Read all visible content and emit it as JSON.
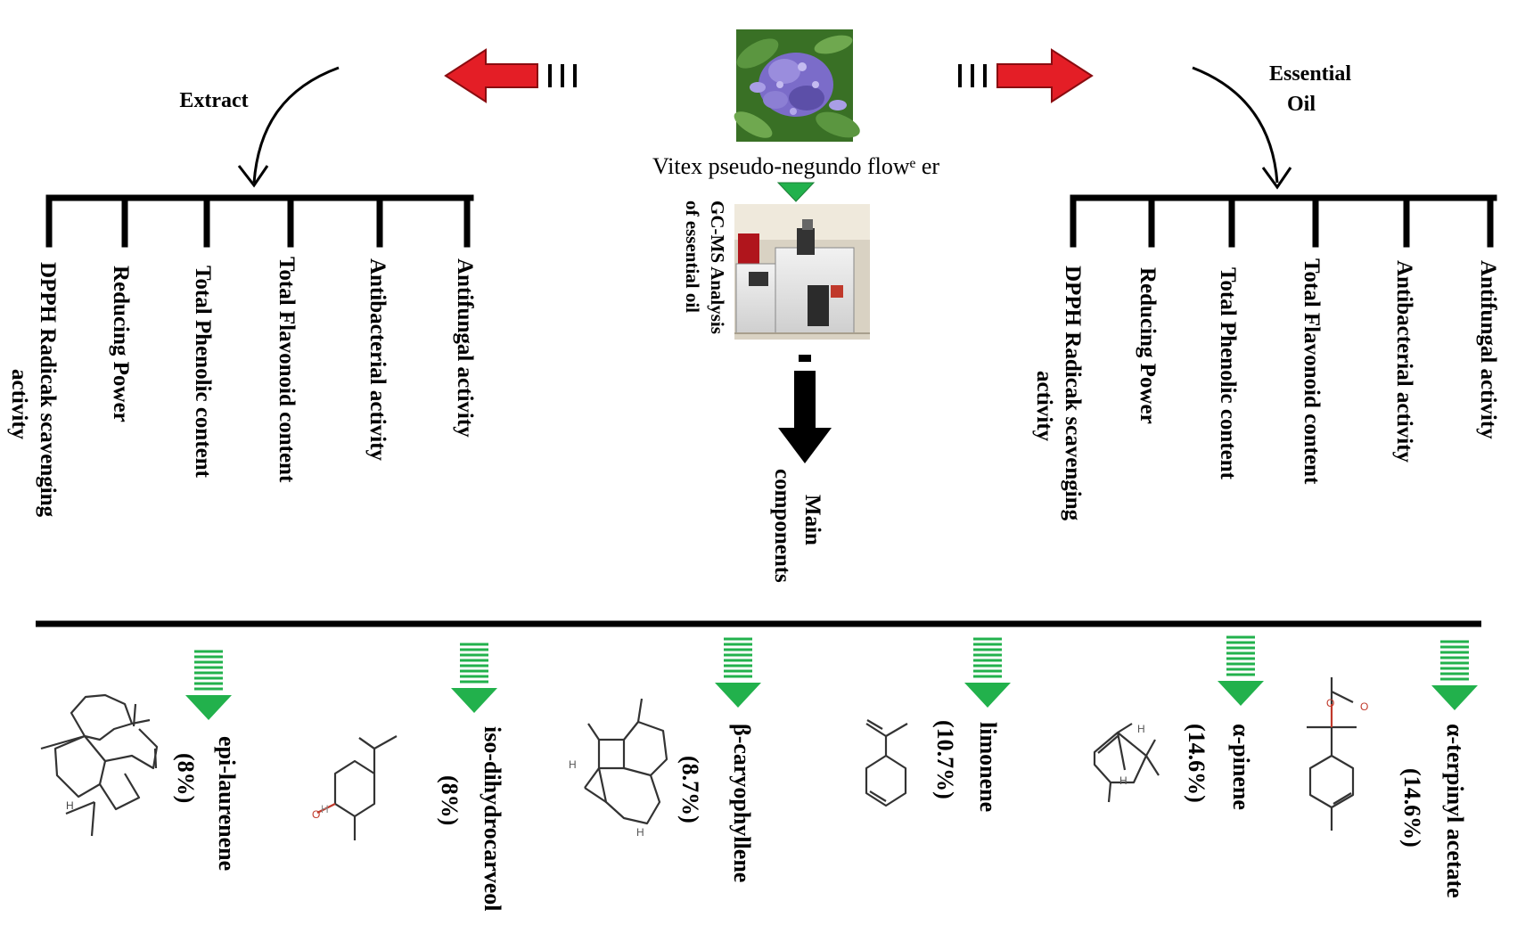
{
  "left_branch": {
    "label": "Extract",
    "items": [
      {
        "lines": [
          "DPPH Radicak scavenging",
          "activity"
        ]
      },
      {
        "lines": [
          "Reducing Power"
        ]
      },
      {
        "lines": [
          "Total Phenolic  content"
        ]
      },
      {
        "lines": [
          "Total Flavonoid  content"
        ]
      },
      {
        "lines": [
          "Antibacterial activity"
        ]
      },
      {
        "lines": [
          "Antifungal activity"
        ]
      }
    ]
  },
  "right_branch": {
    "label_line1": "Essential",
    "label_line2": "Oil",
    "items": [
      {
        "lines": [
          "DPPH Radicak scavenging",
          "activity"
        ]
      },
      {
        "lines": [
          "Reducing Power"
        ]
      },
      {
        "lines": [
          "Total Phenolic  content"
        ]
      },
      {
        "lines": [
          "Total Flavonoid  content"
        ]
      },
      {
        "lines": [
          "Antibacterial activity"
        ]
      },
      {
        "lines": [
          "Antifungal activity"
        ]
      }
    ]
  },
  "center": {
    "flower_label": "Vitex pseudo-negundo flowᵉ er",
    "gcms_line1": "GC-MS Analysis",
    "gcms_line2": "of essential oil",
    "main_line1": "Main",
    "main_line2": "components"
  },
  "components": [
    {
      "name": "epi-laurenene",
      "percent": "(8%)"
    },
    {
      "name": "iso-dihydrocarveol",
      "percent": "(8%)"
    },
    {
      "name": "β-caryophyllene",
      "percent": "(8.7%)"
    },
    {
      "name": "limonene",
      "percent": "(10.7%)"
    },
    {
      "name": "α-pinene",
      "percent": "(14.6%)"
    },
    {
      "name": "α-terpinyl acetate",
      "percent": "(14.6%)"
    }
  ],
  "colors": {
    "red_arrow": "#e41e26",
    "green_arrow": "#22b14c",
    "black": "#000000",
    "flower_purple": "#7b6cc9",
    "leaf_green": "#3f7a2a"
  }
}
